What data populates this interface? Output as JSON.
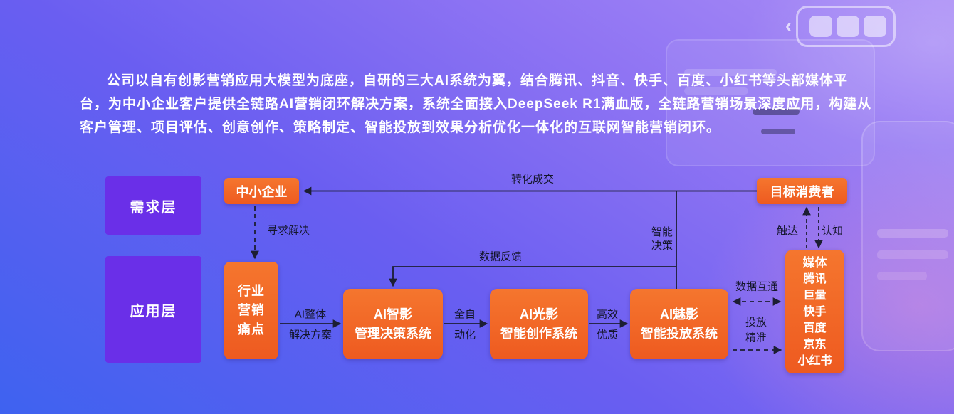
{
  "intro": {
    "paragraph": "公司以自有创影营销应用大模型为底座，自研的三大AI系统为翼，结合腾讯、抖音、快手、百度、小红书等头部媒体平台，为中小企业客户提供全链路AI营销闭环解决方案，系统全面接入DeepSeek R1满血版，全链路营销场景深度应用，构建从客户管理、项目评估、创意创作、策略制定、智能投放到效果分析优化一体化的互联网智能营销闭环。"
  },
  "layers": {
    "demand": "需求层",
    "application": "应用层"
  },
  "nodes": {
    "sme": "中小企业",
    "consumer": "目标消费者",
    "painpoint": {
      "lines": [
        "行业",
        "营销",
        "痛点"
      ]
    },
    "sys_manage": {
      "line1": "AI智影",
      "line2": "管理决策系统"
    },
    "sys_create": {
      "line1": "AI光影",
      "line2": "智能创作系统"
    },
    "sys_deliver": {
      "line1": "AI魅影",
      "line2": "智能投放系统"
    },
    "media": {
      "title": "媒体",
      "platforms": [
        "腾讯",
        "巨量",
        "快手",
        "百度",
        "京东",
        "小红书"
      ]
    }
  },
  "edges": {
    "conversion": "转化成交",
    "seek_solution": "寻求解决",
    "data_feedback": "数据反馈",
    "smart_decision_l1": "智能",
    "smart_decision_l2": "决策",
    "ai_solution_l1": "AI整体",
    "ai_solution_l2": "解决方案",
    "full_auto_l1": "全自",
    "full_auto_l2": "动化",
    "efficient_l1": "高效",
    "efficient_l2": "优质",
    "data_sync": "数据互通",
    "precise_l1": "投放",
    "precise_l2": "精准",
    "reach": "触达",
    "awareness": "认知"
  },
  "colors": {
    "background_start": "#3e62f0",
    "background_end": "#ab8ef6",
    "layer_purple": "#6a2fe8",
    "node_orange": "#f06224",
    "line_dark": "#1c1e33"
  }
}
